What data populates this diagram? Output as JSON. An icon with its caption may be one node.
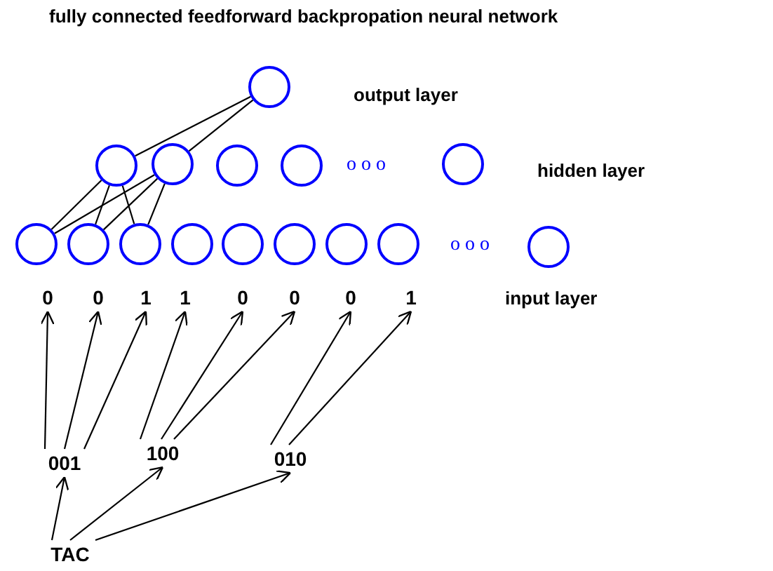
{
  "diagram": {
    "title": "fully connected feedforward backpropation neural network",
    "nodes": [
      {
        "text": [],
        "shape": "circle"
      },
      {
        "text": [],
        "shape": "circle"
      },
      {
        "text": [],
        "shape": "circle"
      },
      {
        "text": [],
        "shape": "circle"
      },
      {
        "text": [],
        "shape": "circle"
      },
      {
        "text": [],
        "shape": "circle"
      },
      {
        "text": [],
        "shape": "circle"
      },
      {
        "text": [],
        "shape": "circle"
      },
      {
        "text": [],
        "shape": "circle"
      },
      {
        "text": [],
        "shape": "circle"
      },
      {
        "text": [],
        "shape": "circle"
      },
      {
        "text": [],
        "shape": "circle"
      },
      {
        "text": [],
        "shape": "circle"
      },
      {
        "text": [],
        "shape": "circle"
      },
      {
        "text": [],
        "shape": "circle"
      },
      {
        "text": [
          "0"
        ]
      },
      {
        "text": [
          "0"
        ]
      },
      {
        "text": [
          "1"
        ]
      },
      {
        "text": [
          "1"
        ]
      },
      {
        "text": [
          "0"
        ]
      },
      {
        "text": [
          "0"
        ]
      },
      {
        "text": [
          "0"
        ]
      },
      {
        "text": [
          "1"
        ]
      },
      {
        "text": [
          "001"
        ]
      },
      {
        "text": [
          "100"
        ]
      },
      {
        "text": [
          "010"
        ]
      },
      {
        "text": [
          "TAC"
        ]
      }
    ],
    "edges": [
      {
        "from": 0,
        "to": 1,
        "arrow": "none"
      },
      {
        "from": 0,
        "to": 2,
        "arrow": "none"
      },
      {
        "from": 1,
        "to": 6,
        "arrow": "none"
      },
      {
        "from": 1,
        "to": 7,
        "arrow": "none"
      },
      {
        "from": 1,
        "to": 8,
        "arrow": "none"
      },
      {
        "from": 2,
        "to": 6,
        "arrow": "none"
      },
      {
        "from": 2,
        "to": 7,
        "arrow": "none"
      },
      {
        "from": 2,
        "to": 8,
        "arrow": "none"
      },
      {
        "from": 23,
        "to": 15,
        "arrow": "to"
      },
      {
        "from": 23,
        "to": 16,
        "arrow": "to"
      },
      {
        "from": 23,
        "to": 17,
        "arrow": "to"
      },
      {
        "from": 24,
        "to": 18,
        "arrow": "to"
      },
      {
        "from": 24,
        "to": 19,
        "arrow": "to"
      },
      {
        "from": 24,
        "to": 20,
        "arrow": "to"
      },
      {
        "from": 25,
        "to": 21,
        "arrow": "to"
      },
      {
        "from": 25,
        "to": 22,
        "arrow": "to"
      },
      {
        "from": 26,
        "to": 23,
        "arrow": "to"
      },
      {
        "from": 26,
        "to": 24,
        "arrow": "to"
      },
      {
        "from": 26,
        "to": 25,
        "arrow": "to"
      }
    ],
    "labels": [
      "output layer",
      "o o o",
      "hidden layer",
      "o o o",
      "input layer"
    ]
  }
}
